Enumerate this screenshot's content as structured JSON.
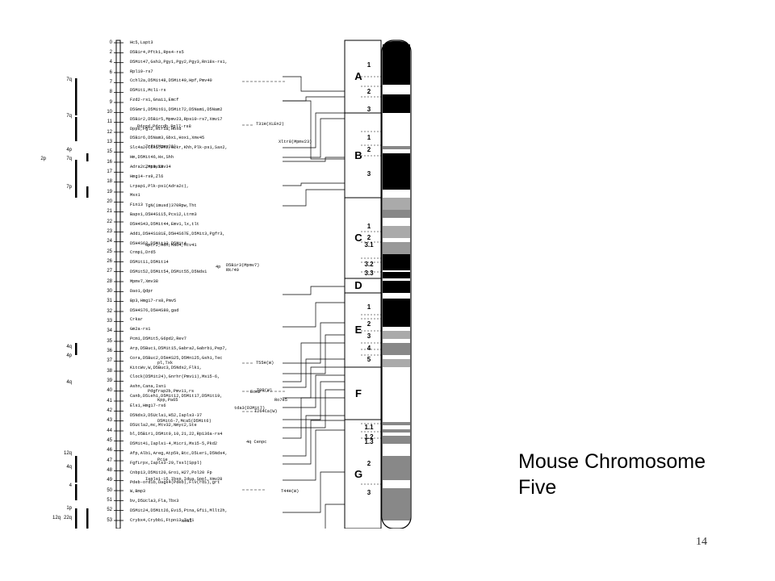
{
  "slide": {
    "title_line1": "Mouse Chromosome",
    "title_line2": "Five",
    "page_number": "14"
  },
  "figure": {
    "cm_numbers": [
      "0",
      "2",
      "4",
      "6",
      "7",
      "8",
      "9",
      "10",
      "11",
      "12",
      "13",
      "15",
      "16",
      "17",
      "18",
      "19",
      "20",
      "21",
      "22",
      "23",
      "24",
      "25",
      "26",
      "27",
      "28",
      "30",
      "31",
      "32",
      "33",
      "34",
      "35",
      "36",
      "37",
      "38",
      "39",
      "40",
      "41",
      "42",
      "43",
      "44",
      "45",
      "46",
      "47",
      "48",
      "49",
      "50",
      "51",
      "52",
      "53"
    ],
    "loci": [
      "Hc5,Lapt3",
      "D5Bir4,Pftk1,Rps4-rs5",
      "D5Mit47,Gsh3,Pgy1,Pgy2,Pgy3,Rn18s-rs1,",
      "Rpl19-rs7",
      "Cchl2a,D5Mit48,D5Mit49,Hpf,Pmv40",
      "D5Mit1,Mcl1-rs",
      "Fzd2-rs1,Gnai1,Emcf",
      "D5Gmr1,D5Mit61,D5Mit72,D5Nam1,D5Nam2",
      "D5Bir2,D5Bir5,Mpmv23,Rps10-rs7,Xmv17",
      "Dpp6,Fgl2,Htr5a,Hoxd",
      "D5Bir6,D5Nam3,Gbx1,Hox1,Xmv45",
      "Slc4a2,Cdk5,En2,Gckr,Khh,Plk-ps1,Sax2,",
      "Hm,D5Mit46,Hx,Shh",
      "Adra2c,Mpmv13",
      "Hmg14-rs9,Zl6",
      "Lrpap1,Plk-ps1(Adra2c),",
      "Msx1",
      "Fin13",
      "Bapx1,D5H4S115,Pcs12,Ltrm3",
      "D5H4S43,D5Mit44,Emv1,lx,tlt",
      "Add1,D5H4S181E,D5H4S67E,D5Mit3,Pgfr3,",
      "D5H4S62,D5Mit13,D5Mit4",
      "Crmp1,Drd5",
      "D5Mit11,D5Mit14",
      "D5Mit52,D5Mit54,D5Mit55,D5Nds1",
      "Mpmv7,Xmv38",
      "Dao1,Qdpr",
      "Bp3,Hmg17-rs8,Pmv5",
      "D5H4S76,D5H4S80,gad",
      "Crkar",
      "Gm2a-rs1",
      "Pcm1,D5Mit5,G6pd2,Rev7",
      "Arp,D5Buc1,D5Mit15,Gabra2,Gabrb1,Pep7,",
      "Cora,D5Buc2,D5H4S25,D5Mn125,Gsh1,Tec",
      "KitcWv,W,D5Buc3,D5Nds2,Flk1,",
      "Clock(D5Mit24),Gnrhr(Pmv11),Ms15-6,",
      "Ashn,Cana,Isn1",
      "Canb,D5Leh1,D5Mit12,D5Mit17,D5Mit19,",
      "Els1,Hmg17-rs6",
      "D5Nds3,D5Ucla1,H52,Iapls3-37",
      "D5Ucla2,mc,Mtv32,Nmyc2,Ste",
      "bl,D5Bir1,D5Mit9,10,21,22,Rp136a-rs4",
      "D5Mit41,Iapls1-4,Micr1,Ms15-5,Pkd2",
      "Afp,Alb1,Areg,Atp5k,Btc,D5Ler1,D5Nds4,",
      "FgfLrpx,Iapls3-29,Tssl(Sppl)",
      "Cnbp13,D5Mit20,Gro1,H27,Pol20  Fp",
      "Pdeb-ord1b,Dagk4(Pdeb),Flv(rd1),grt",
      "W,Bmp3",
      "bv,D5Ucla3,Fla,Tbx3",
      "D5Mit24,D5Mit26,Evi5,Ptna,Gfi1,Mllt2h,",
      "Crybx4,Crybb1,Ftpn13,Tcf1"
    ],
    "sublines": [
      "Pdzgd,Pdzcdb,Rpl7-rs8",
      "Zrf1(Mpmv23)",
      "Znt3,Xmv34",
      "TgN(imusd)370Rpw,Tht",
      "Gpcr2,Hdh,Mad4,Mtv41",
      "D5Bir3(Mpmv7)",
      "Rk/40",
      "pl,Txk",
      "Pdgfrap2b,Pmv11,rs",
      "Kpp,Pa65",
      "D5Mit6-7,Mca5(D5Mit6)",
      "4q Cenpc",
      "Pcie",
      "Iapls1-15,Ibsp,Idua,Sppl,Xmv28",
      "Noa1",
      "Ecm2",
      "Ro7e5",
      "tda3(D2Mit7)"
    ],
    "human_homology": [
      "7q",
      "7q",
      "4p",
      "2p",
      "7q",
      "7p",
      "4q",
      "4p",
      "4q",
      "12q",
      "4q",
      "4",
      "1p",
      "12q",
      "22q"
    ],
    "translocations": [
      "T31H(XLEn2)",
      "Xltr8(Mpmv23)",
      "T55H(W)",
      "T9R(W)",
      "T264Ca(W)",
      "T44H(W)",
      "4p"
    ],
    "bands": {
      "major": [
        "A",
        "B",
        "C",
        "D",
        "E",
        "F",
        "G"
      ],
      "subbands": {
        "A": [
          "1",
          "2",
          "3"
        ],
        "B": [
          "1",
          "2",
          "3"
        ],
        "C": [
          "1",
          "2",
          "3.1",
          "3.2",
          "3.3"
        ],
        "E": [
          "1",
          "2",
          "3",
          "4",
          "5"
        ],
        "G": [
          "1.1",
          "1.2",
          "1.3",
          "2",
          "3"
        ]
      }
    }
  }
}
